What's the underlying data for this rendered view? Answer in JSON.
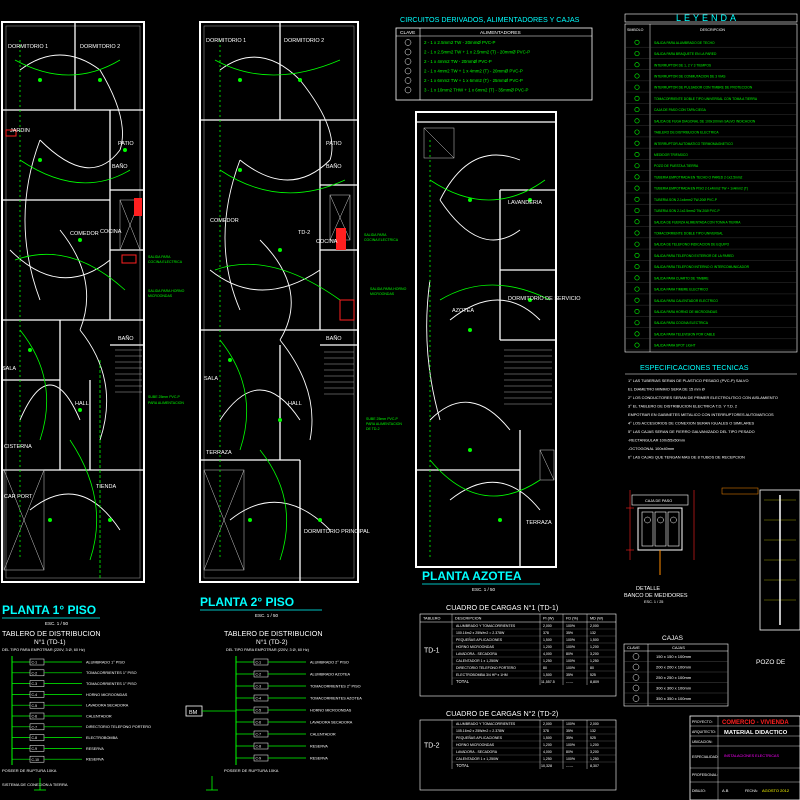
{
  "plans": {
    "floor1_title": "PLANTA 1° PISO",
    "floor2_title": "PLANTA 2° PISO",
    "roof_title": "PLANTA AZOTEA",
    "scale": "ESC. 1 / 50",
    "rooms_floor1": [
      "DORMITORIO 1",
      "DORMITORIO 2",
      "JARDIN",
      "BAÑO",
      "PATIO",
      "COCINA",
      "SALA",
      "HALL",
      "CISTERNA",
      "CAR PORT",
      "TIENDA",
      "COMEDOR",
      "BAÑO"
    ],
    "rooms_floor2": [
      "DORMITORIO 1",
      "DORMITORIO 2",
      "BAÑO",
      "PATIO",
      "COMEDOR",
      "TD-2",
      "COCINA",
      "BAÑO",
      "SALA",
      "HALL",
      "TERRAZA",
      "DORMITORIO PRINCIPAL"
    ],
    "rooms_roof": [
      "AZOTEA",
      "LAVANDERIA",
      "DORMITORIO DE SERVICIO",
      "TERRAZA"
    ]
  },
  "circuits_table": {
    "title": "CIRCUITOS DERIVADOS, ALIMENTADORES Y CAJAS",
    "col_clave": "CLAVE",
    "col_alim": "ALIMENTADORES",
    "rows": [
      "2 - 1 x 2.5mm2 TW           - 20mmØ PVC-P",
      "2 - 1 x 2.5mm2 TW + 1 x 2.5mm2 (T)   - 20mmØ PVC-P",
      "2 - 1 x 4mm2 TW            - 20mmØ PVC-P",
      "2 - 1 x 4mm2 TW + 1 x 4mm2 (T)    - 20mmØ PVC-P",
      "2 - 1 x 6mm2 TW + 1 x 6mm2 (T)    - 25mmØ PVC-P",
      "3 - 1 x 10mm2 THW + 1 x 6mm2 (T)   - 35mmØ PVC-P"
    ]
  },
  "legend": {
    "title": "LEYENDA",
    "col_symbol": "SIMBOLO",
    "col_desc": "DESCRIPCION",
    "items": [
      "SALIDA PARA ALUMBRADO DE TECHO",
      "SALIDA PARA BRAQUETE EN LA PARED",
      "INTERRUPTOR DE 1, 2 Y 3 TIEMPOS",
      "INTERRUPTOR DE CONMUTACION DE 3 VIAS",
      "INTERRUPTOR DE PULSADOR CON TIMBRE DE PROTECCION",
      "TOMACORRIENTE DOBLE TIPO UNIVERSAL CON TOMA A TIERRA",
      "CAJA DE PASO CON TAPA CIEGA",
      "SALIDA DE FUGA DIAGONAL DE 100x100mm SALVO INDICACION",
      "TABLERO DE DISTRIBUCION ELECTRICA",
      "INTERRUPTOR AUTOMATICO TERMOMAGNETICO",
      "MEDIDOR TRIFASICO",
      "POZO DE PUESTA A TIERRA",
      "TUBERIA EMPOTRADA EN TECHO O PARED 2-1x2.5mm2",
      "TUBERIA EMPOTRADA EN PISO 2-1x4mm2 TW + 1x4mm2 (T)",
      "TUBERIA SON 2-1x4mm2 TW-20Ø PVC-P",
      "TUBERIA SON 2-1x2.5mm2 TW-20Ø PVC-P",
      "SALIDA DE FUERZA ALIMENTADA CON TOMA A TIERRA",
      "TOMACORRIENTE DOBLE TIPO UNIVERSAL",
      "SALIDA DE TELEFONO INDICACION DE EQUIPO",
      "SALIDA PARA TELEFONO EXTERIOR DE LA PARED",
      "SALIDA PARA TELEFONO INTERNO O INTERCOMUNICADOR",
      "SALIDA PARA CUARTO DE TIMBRE",
      "SALIDA PARA TIMBRE ELECTRICO",
      "SALIDA PARA CALENTADOR ELECTRICO",
      "SALIDA PARA HORNO DE MICROONDAS",
      "SALIDA PARA COCINA ELECTRICA",
      "SALIDA PARA TELEVISION POR CABLE",
      "SALIDA PARA SPOT LIGHT"
    ]
  },
  "specs": {
    "title": "ESPECIFICACIONES TECNICAS",
    "lines": [
      "1° LAS TUBERIAS SERAN DE PLASTICO PESADO (PVC-P) SALVO",
      "EL DIAMETRO MINIMO SERA DE 15 mm Ø",
      "2° LOS CONDUCTORES SERAN DE PRIMER ELECTROLITICO CON AISLAMIENTO",
      "3° EL TABLERO DE DISTRIBUCION ELECTRICA T.D. Y T.D. 2",
      "EMPOTRAR EN GABINETES METALICO CON INTERRUPTORES AUTOMATICOS",
      "4° LOS ACCESORIOS DE CONEXION SERAN IGUALES O SIMILARES",
      "5° LAS CAJAS SERAN DE FIERRO GALVANIZADO DEL TIPO PESADO",
      "-RECTANGULAR 100x55x50mm",
      "-OCTOGONAL 100x40mm",
      "6° LAS CAJAS QUE TENGAN MAS DE 8 TUBOS DE RECEPCION"
    ]
  },
  "medidores": {
    "title": "DETALLE",
    "subtitle": "BANCO DE MEDIDORES",
    "scale": "ESC. 1 / 25",
    "box_label": "CAJA DE PASO"
  },
  "pozo": {
    "label": "POZO DE"
  },
  "load_table_1": {
    "title": "CUADRO DE CARGAS N°1 (TD-1)",
    "headers": [
      "TABLERO",
      "DESCRIPCION",
      "PI (W)",
      "FD (%)",
      "MD (W)"
    ],
    "board": "TD-1",
    "rows": [
      [
        "ALUMBRADO Y TOMACORRIENTES",
        "2,000",
        "100%",
        "2,000"
      ],
      [
        "100.16m2 x 25W/m2 = 2.378W",
        "378",
        "35%",
        "132"
      ],
      [
        "PEQUEÑAS APLICACIONES",
        "1,500",
        "100%",
        "1,500"
      ],
      [
        "HORNO MICROONDAS",
        "1,200",
        "100%",
        "1,200"
      ],
      [
        "LAVADORA - SECADORA",
        "4,000",
        "80%",
        "3,200"
      ],
      [
        "CALENTADOR 1 x 1,250W",
        "1,250",
        "100%",
        "1,250"
      ],
      [
        "DIRECTORIO TELEFONO PORTERO",
        "80",
        "100%",
        "80"
      ],
      [
        "ELECTROBOMBA 3/4 HP x 1HM",
        "1,500",
        "35%",
        "525"
      ]
    ],
    "total_label": "TOTAL",
    "total": [
      "11,557.5",
      "------",
      "8,809"
    ]
  },
  "load_table_2": {
    "title": "CUADRO DE CARGAS N°2 (TD-2)",
    "board": "TD-2",
    "rows": [
      [
        "ALUMBRADO Y TOMACORRIENTES",
        "2,000",
        "100%",
        "2,000"
      ],
      [
        "105.16m2 x 25W/m2 = 2.378W",
        "378",
        "35%",
        "132"
      ],
      [
        "PEQUEÑAS APLICACIONES",
        "1,500",
        "35%",
        "525"
      ],
      [
        "HORNO MICROONDAS",
        "1,200",
        "100%",
        "1,200"
      ],
      [
        "LAVADORA - SECADORA",
        "4,000",
        "80%",
        "3,200"
      ],
      [
        "CALENTADOR 1 x 1,250W",
        "1,250",
        "100%",
        "1,250"
      ]
    ],
    "total_label": "TOTAL",
    "total": [
      "10,328",
      "------",
      "8,307"
    ]
  },
  "cajas": {
    "title": "CAJAS",
    "col_clave": "CLAVE",
    "col_cajas": "CAJAS",
    "rows": [
      "150 x 150 x 100mm",
      "200 x 200 x 100mm",
      "250 x 250 x 100mm",
      "300 x 300 x 100mm",
      "350 x 350 x 100mm"
    ]
  },
  "board1": {
    "title": "TABLERO DE DISTRIBUCION",
    "subtitle": "N°1 (TD-1)",
    "note": "DEL TIPO PARA EMPOTRAR (220V, 3 Ø, 60 Hz)",
    "circuits": [
      [
        "C-1",
        "ALUMBRADO 1° PISO"
      ],
      [
        "C-2",
        "TOMACORRIENTES 1° PISO"
      ],
      [
        "C-3",
        "TOMACORRIENTES 1° PISO"
      ],
      [
        "C-4",
        "HORNO MICROONDAS"
      ],
      [
        "C-5",
        "LAVADORA SECADORA"
      ],
      [
        "C-6",
        "CALENTADOR"
      ],
      [
        "C-7",
        "DIRECTORIO TELEFONO PORTERO"
      ],
      [
        "C-8",
        "ELECTROBOMBA"
      ],
      [
        "C-9",
        "RESERVA"
      ],
      [
        "C-10",
        "RESERVA"
      ]
    ],
    "footer": "POSEER DE RUPTURA 10KA",
    "footer2": "SISTEMA DE CONEXION A TIERRA"
  },
  "board2": {
    "title": "TABLERO DE DISTRIBUCION",
    "subtitle": "N°1 (TD-2)",
    "note": "DEL TIPO PARA EMPOTRAR (220V, 3 Ø, 60 Hz)",
    "meter": "BM",
    "circuits": [
      [
        "C-1",
        "ALUMBRADO 2° PISO"
      ],
      [
        "C-2",
        "ALUMBRADO AZOTEA"
      ],
      [
        "C-3",
        "TOMACORRIENTES 2° PISO"
      ],
      [
        "C-4",
        "TOMACORRIENTES AZOTEA"
      ],
      [
        "C-5",
        "HORNO MICROONDAS"
      ],
      [
        "C-6",
        "LAVADORA SECADORA"
      ],
      [
        "C-7",
        "CALENTADOR"
      ],
      [
        "C-8",
        "RESERVA"
      ],
      [
        "C-9",
        "RESERVA"
      ]
    ],
    "footer": "POSEER DE RUPTURA 10KA"
  },
  "title_block": {
    "proyecto_label": "PROYECTO:",
    "proyecto": "COMERCIO - VIVIENDA",
    "arquitecto_label": "ARQUITECTO:",
    "material": "MATERIAL DIDACTICO",
    "ubicacion_label": "UBICACION:",
    "especialidad_label": "ESPECIALIDAD:",
    "especialidad": "INSTALACIONES ELECTRICAS",
    "profesional_label": "PROFESIONAL:",
    "dibujo_label": "DIBUJO:",
    "dibujo": "A.B",
    "fecha_label": "FECHA:",
    "fecha": "AGOSTO 2012"
  },
  "colors": {
    "background": "#000000",
    "walls": "#ffffff",
    "wiring": "#00ff00",
    "red": "#ff2020",
    "cyan": "#00ffff",
    "yellow": "#ffff00",
    "magenta": "#ff00ff",
    "orange": "#ff8c00"
  }
}
